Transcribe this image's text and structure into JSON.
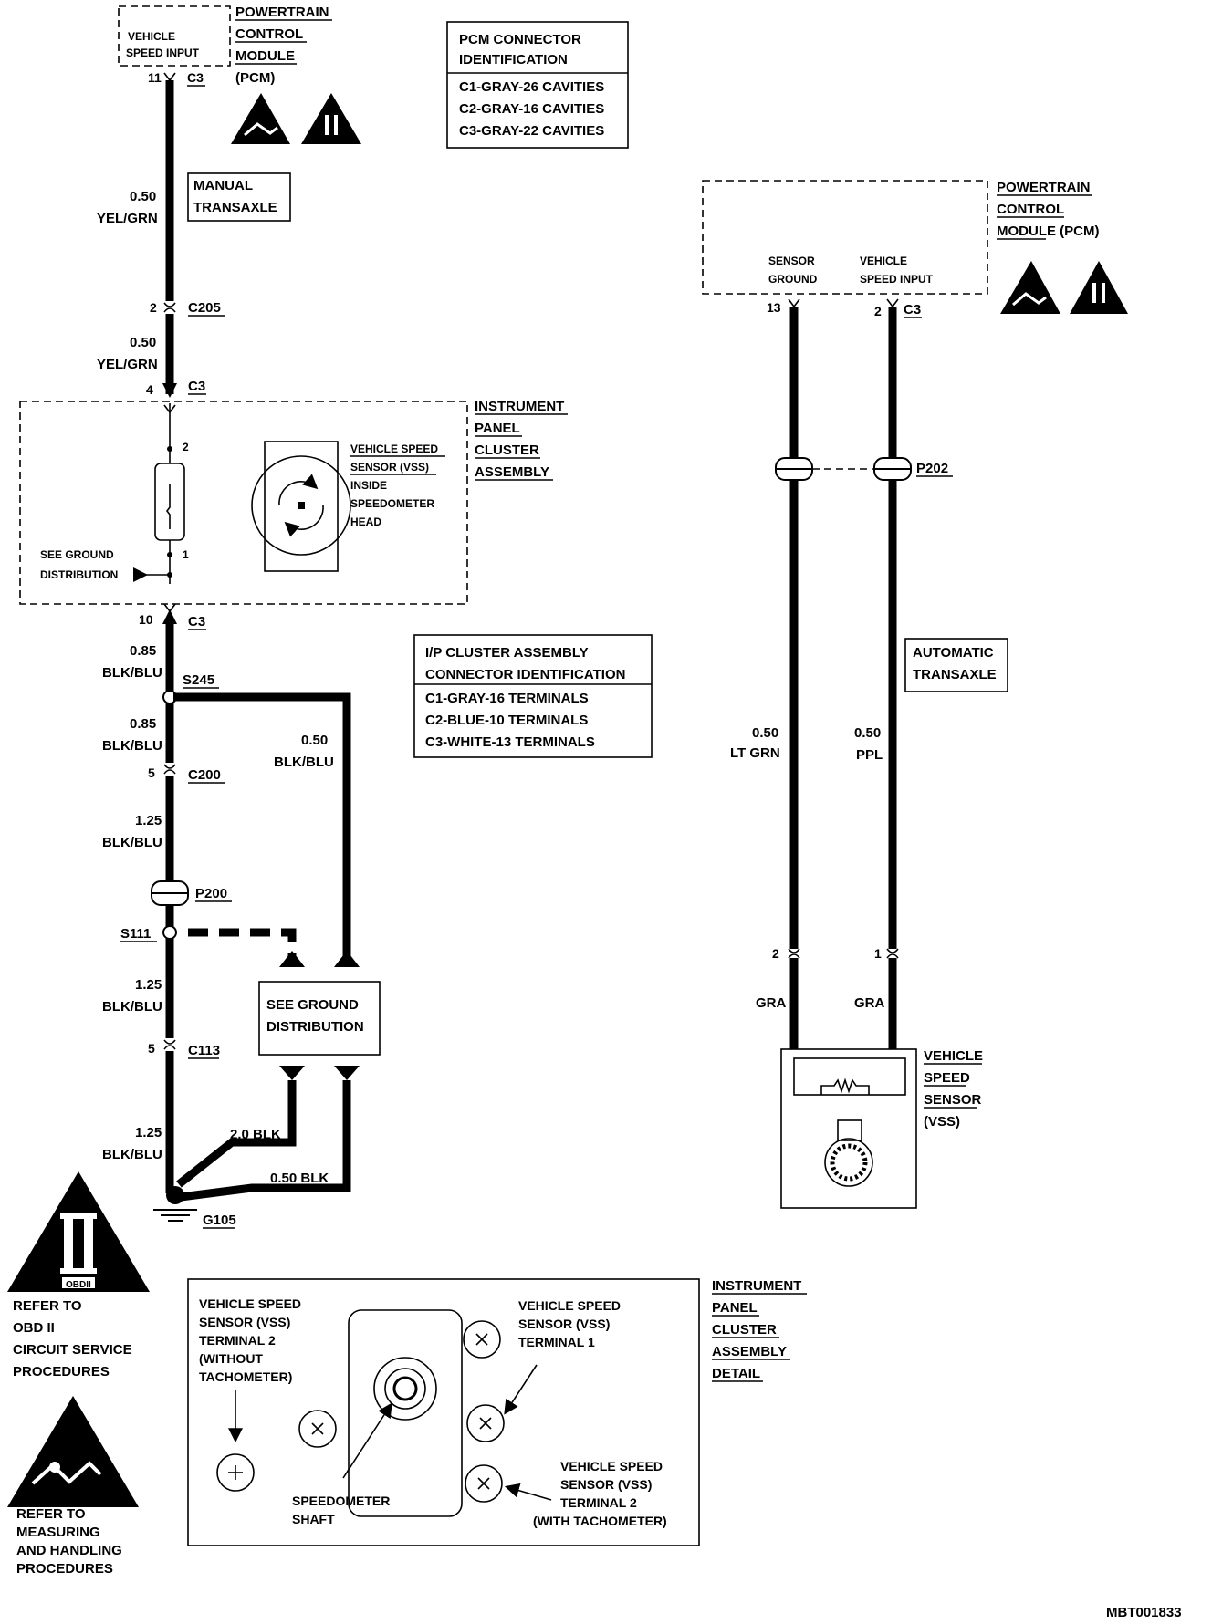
{
  "pcm_top": {
    "vss_input": [
      "VEHICLE",
      "SPEED INPUT"
    ],
    "title": [
      "POWERTRAIN",
      "CONTROL",
      "MODULE",
      "(PCM)"
    ],
    "pin": "11",
    "conn": "C3"
  },
  "pcm_conn_id": {
    "title": [
      "PCM CONNECTOR",
      "IDENTIFICATION"
    ],
    "rows": [
      "C1-GRAY-26 CAVITIES",
      "C2-GRAY-16 CAVITIES",
      "C3-GRAY-22 CAVITIES"
    ]
  },
  "manual_transaxle": [
    "MANUAL",
    "TRANSAXLE"
  ],
  "left_wires": {
    "w1": [
      "0.50",
      "YEL/GRN"
    ],
    "c205_pin": "2",
    "c205": "C205",
    "w2": [
      "0.50",
      "YEL/GRN"
    ],
    "c3_pin": "4",
    "c3": "C3"
  },
  "ipc": {
    "title": [
      "INSTRUMENT",
      "PANEL",
      "CLUSTER",
      "ASSEMBLY"
    ],
    "vss_label": [
      "VEHICLE SPEED",
      "SENSOR (VSS)",
      "INSIDE",
      "SPEEDOMETER",
      "HEAD"
    ],
    "pin_top": "2",
    "pin_bottom": "1",
    "ground_ref": [
      "SEE GROUND",
      "DISTRIBUTION"
    ]
  },
  "ground_path": {
    "c3_pin": "10",
    "c3": "C3",
    "w1": [
      "0.85",
      "BLK/BLU"
    ],
    "s245": "S245",
    "w2": [
      "0.85",
      "BLK/BLU"
    ],
    "branch": [
      "0.50",
      "BLK/BLU"
    ],
    "c200_pin": "5",
    "c200": "C200",
    "w3": [
      "1.25",
      "BLK/BLU"
    ],
    "p200": "P200",
    "s111": "S111",
    "w4": [
      "1.25",
      "BLK/BLU"
    ],
    "c113_pin": "5",
    "c113": "C113",
    "w5": [
      "1.25",
      "BLK/BLU"
    ],
    "see_ground": [
      "SEE GROUND",
      "DISTRIBUTION"
    ],
    "blk20": "2.0 BLK",
    "blk050": "0.50 BLK",
    "g105": "G105"
  },
  "ipc_conn_id": {
    "title": [
      "I/P CLUSTER ASSEMBLY",
      "CONNECTOR IDENTIFICATION"
    ],
    "rows": [
      "C1-GRAY-16 TERMINALS",
      "C2-BLUE-10 TERMINALS",
      "C3-WHITE-13 TERMINALS"
    ]
  },
  "pcm_right": {
    "title": [
      "POWERTRAIN",
      "CONTROL",
      "MODULE (PCM)"
    ],
    "sensor_ground": [
      "SENSOR",
      "GROUND"
    ],
    "vss_input": [
      "VEHICLE",
      "SPEED INPUT"
    ],
    "pin_left": "13",
    "pin_right": "2",
    "conn": "C3"
  },
  "right_wires": {
    "p202": "P202",
    "automatic_transaxle": [
      "AUTOMATIC",
      "TRANSAXLE"
    ],
    "left": [
      "0.50",
      "LT GRN"
    ],
    "right": [
      "0.50",
      "PPL"
    ],
    "pin_left": "2",
    "pin_right": "1",
    "gra_left": "GRA",
    "gra_right": "GRA"
  },
  "vss_right": [
    "VEHICLE",
    "SPEED",
    "SENSOR",
    "(VSS)"
  ],
  "obd_note": {
    "badge": "OBDII",
    "text": [
      "REFER TO",
      "OBD II",
      "CIRCUIT SERVICE",
      "PROCEDURES"
    ]
  },
  "esd_note": [
    "REFER TO",
    "MEASURING",
    "AND HANDLING",
    "PROCEDURES"
  ],
  "detail": {
    "title": [
      "INSTRUMENT",
      "PANEL",
      "CLUSTER",
      "ASSEMBLY",
      "DETAIL"
    ],
    "vss_t2_no_tach": [
      "VEHICLE SPEED",
      "SENSOR (VSS)",
      "TERMINAL 2",
      "(WITHOUT",
      "TACHOMETER)"
    ],
    "vss_t1": [
      "VEHICLE SPEED",
      "SENSOR (VSS)",
      "TERMINAL 1"
    ],
    "shaft": [
      "SPEEDOMETER",
      "SHAFT"
    ],
    "vss_t2_tach": [
      "VEHICLE SPEED",
      "SENSOR (VSS)",
      "TERMINAL 2",
      "(WITH TACHOMETER)"
    ]
  },
  "footer_id": "MBT001833"
}
